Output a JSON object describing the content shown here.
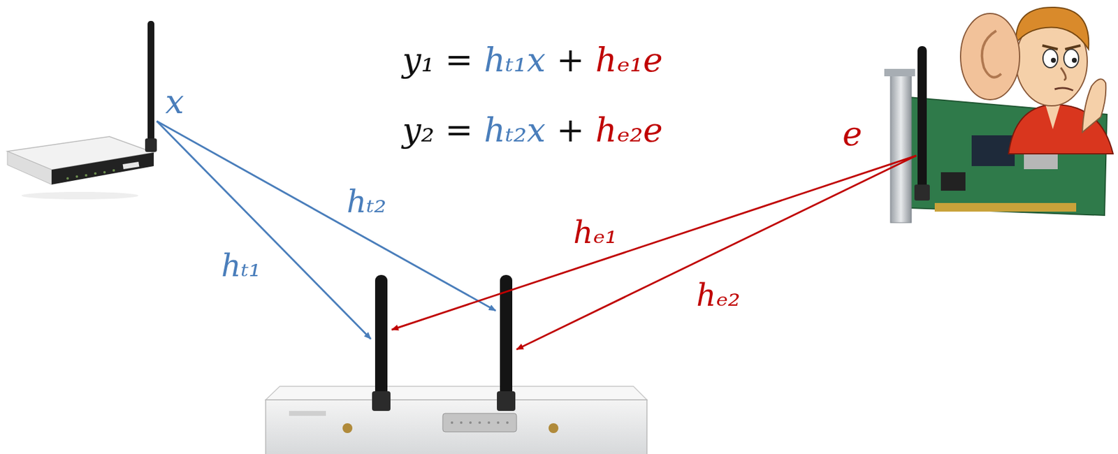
{
  "diagram": {
    "labels": [
      "y₁ =",
      "hₜ₁x",
      "+",
      "hₑ₁e",
      "y₂ =",
      "hₜ₂x",
      "+",
      "hₑ₂e",
      "x",
      "e",
      "hₜ₂",
      "hₑ₁",
      "hₜ₁",
      "hₑ₂"
    ]
  }
}
